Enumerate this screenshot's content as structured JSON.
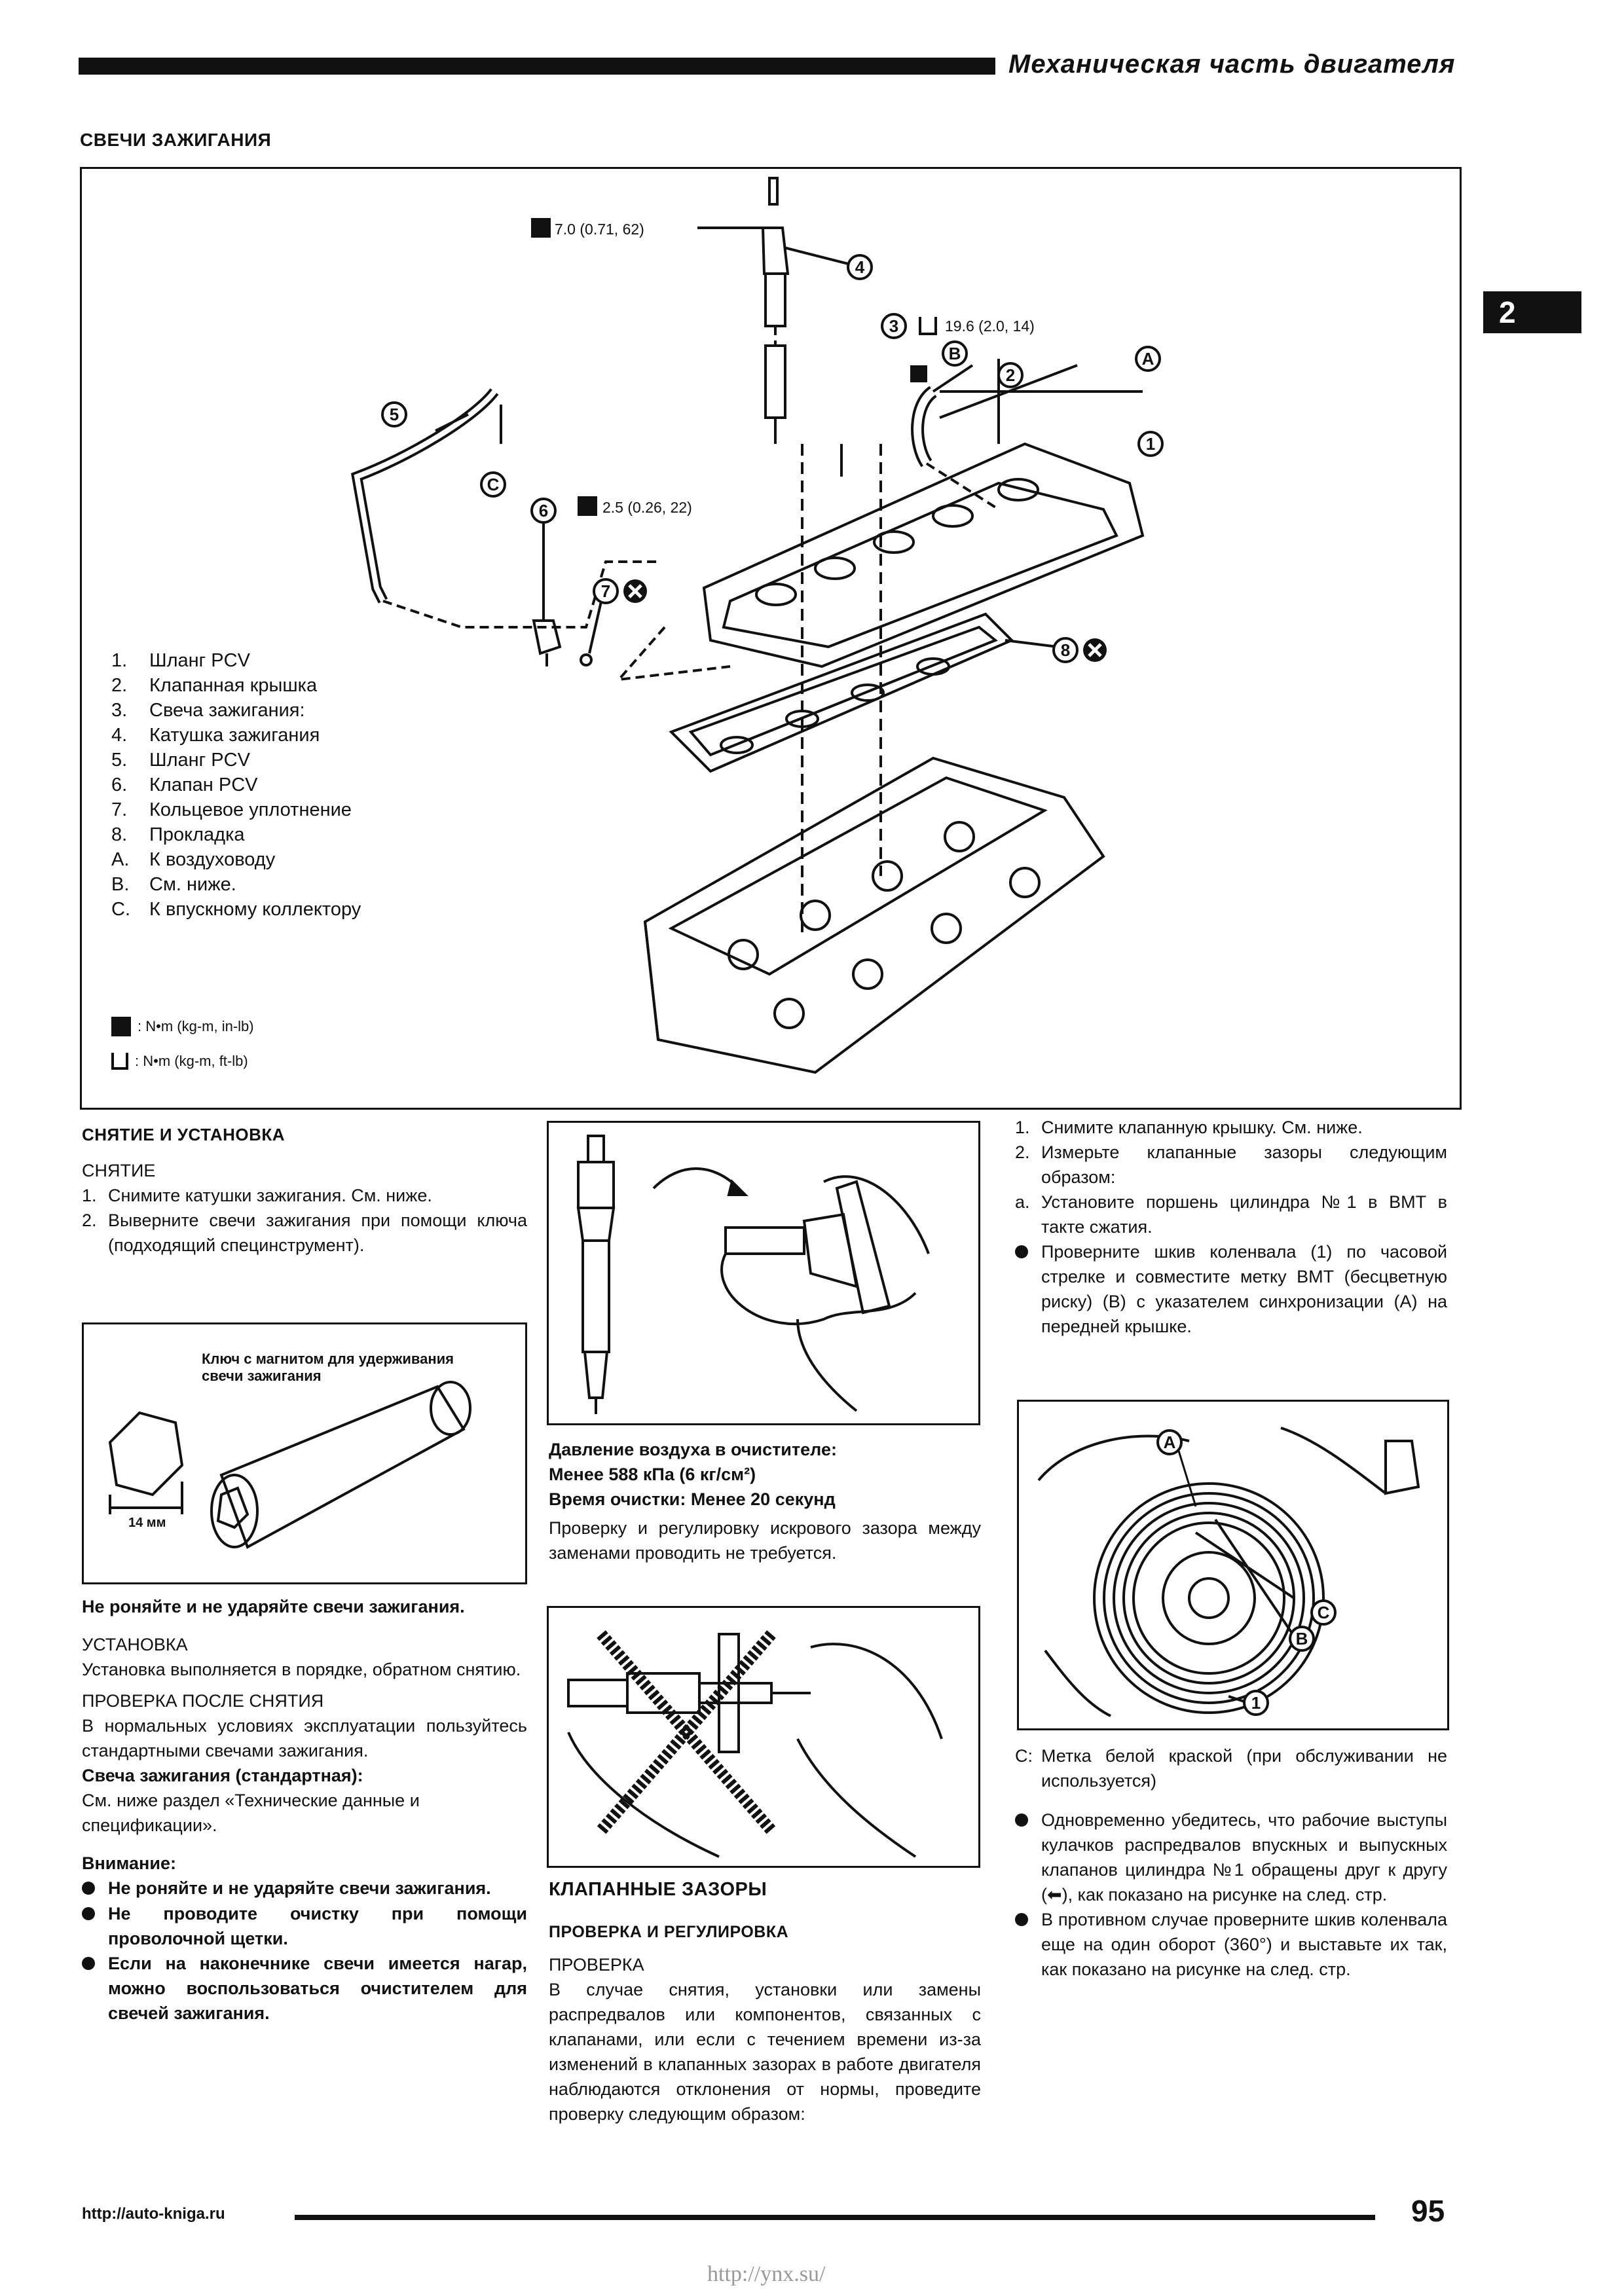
{
  "header": {
    "title": "Механическая часть двигателя",
    "chapter_tab": "2"
  },
  "section_title": "СВЕЧИ ЗАЖИГАНИЯ",
  "diagram": {
    "torque_4": "7.0 (0.71, 62)",
    "torque_3": "19.6 (2.0, 14)",
    "torque_6": "2.5 (0.26, 22)",
    "legend": [
      {
        "k": "1.",
        "v": "Шланг PCV"
      },
      {
        "k": "2.",
        "v": "Клапанная крышка"
      },
      {
        "k": "3.",
        "v": "Свеча зажигания:"
      },
      {
        "k": "4.",
        "v": "Катушка зажигания"
      },
      {
        "k": "5.",
        "v": "Шланг PCV"
      },
      {
        "k": "6.",
        "v": "Клапан PCV"
      },
      {
        "k": "7.",
        "v": "Кольцевое уплотнение"
      },
      {
        "k": "8.",
        "v": "Прокладка"
      },
      {
        "k": "A.",
        "v": "К воздуховоду"
      },
      {
        "k": "B.",
        "v": "См. ниже."
      },
      {
        "k": "C.",
        "v": "К впускному коллектору"
      }
    ],
    "unit_1": ": N•m (kg-m, in-lb)",
    "unit_2": ": N•m (kg-m, ft-lb)",
    "labels": {
      "a": "A",
      "b": "B",
      "c": "C",
      "n1": "1",
      "n2": "2",
      "n3": "3",
      "n4": "4",
      "n5": "5",
      "n6": "6",
      "n7": "7",
      "n8": "8"
    }
  },
  "left_col": {
    "title": "СНЯТИЕ И УСТАНОВКА",
    "removal_title": "СНЯТИЕ",
    "removal_steps": [
      {
        "n": "1.",
        "t": "Снимите катушки зажигания. См. ниже."
      },
      {
        "n": "2.",
        "t": "Выверните свечи зажигания при помощи ключа (подходящий специнструмент)."
      }
    ],
    "fig_caption": "Ключ с магнитом для удерживания свечи зажигания",
    "fig_dim": "14 мм",
    "warn1": "Не роняйте и не ударяйте свечи зажигания.",
    "install_title": "УСТАНОВКА",
    "install_text": "Установка выполняется в порядке, обратном снятию.",
    "check_title": "ПРОВЕРКА ПОСЛЕ СНЯТИЯ",
    "check_text": "В нормальных условиях эксплуатации пользуйтесь стандартными свечами зажигания.",
    "std_plug": "Свеча зажигания (стандартная):",
    "std_ref": "См. ниже раздел «Технические данные и спецификации».",
    "caution_title": "Внимание:",
    "cautions": [
      "Не роняйте и не ударяйте свечи зажигания.",
      "Не проводите очистку при помощи проволочной щетки.",
      "Если на наконечнике свечи имеется нагар, можно воспользоваться очистителем для свечей зажигания."
    ]
  },
  "mid_col": {
    "spec1": "Давление воздуха в очистителе:",
    "spec2": "Менее 588 кПа (6 кг/см²)",
    "spec3": "Время очистки: Менее 20 секунд",
    "para1": "Проверку и регулировку искрового зазора между заменами проводить не требуется.",
    "valve_title": "КЛАПАННЫЕ ЗАЗОРЫ",
    "valve_sub": "ПРОВЕРКА И РЕГУЛИРОВКА",
    "check_title": "ПРОВЕРКА",
    "check_text": "В случае снятия, установки или замены распредвалов или компонентов, связанных с клапанами, или если с течением времени из-за изменений в клапанных зазорах в работе двигателя наблюдаются отклонения от нормы, проведите проверку следующим образом:"
  },
  "right_col": {
    "steps": [
      {
        "n": "1.",
        "t": "Снимите клапанную крышку. См. ниже."
      },
      {
        "n": "2.",
        "t": "Измерьте клапанные зазоры следующим образом:"
      },
      {
        "n": "a.",
        "t": "Установите поршень цилиндра №1 в ВМТ в такте сжатия."
      }
    ],
    "bullet1": "Проверните шкив коленвала (1) по часовой стрелке и совместите метку ВМТ (бесцветную риску) (B) с указателем синхронизации (A) на передней крышке.",
    "c_key": "C:",
    "c_text": "Метка белой краской (при обслуживании не используется)",
    "bullet2": "Одновременно убедитесь, что рабочие выступы кулачков распредвалов впускных и выпускных клапанов цилиндра №1 обращены друг к другу (⬅), как показано на рисунке на след. стр.",
    "bullet3": "В противном случае проверните шкив коленвала еще на один оборот (360°) и выставьте их так, как показано на рисунке на след. стр."
  },
  "footer": {
    "url": "http://auto-kniga.ru",
    "page": "95",
    "watermark": "http://ynx.su/"
  }
}
